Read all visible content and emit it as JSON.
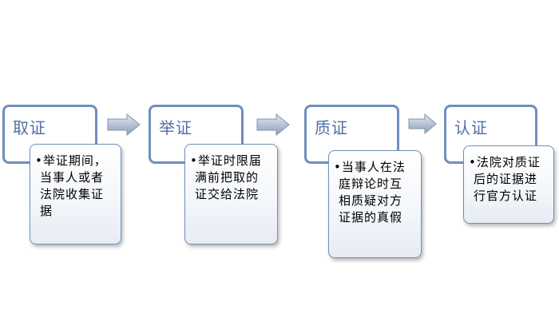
{
  "stages": [
    {
      "title": "取证",
      "detail": "•举证期间，当事人或者法院收集证据"
    },
    {
      "title": "举证",
      "detail": "•举证时限届满前把取的证交给法院"
    },
    {
      "title": "质证",
      "detail": "•当事人在法庭辩论时互相质疑对方证据的真假"
    },
    {
      "title": "认证",
      "detail": "•法院对质证后的证据进行官方认证"
    }
  ],
  "arrows": [
    "arrow-1",
    "arrow-2",
    "arrow-3"
  ]
}
